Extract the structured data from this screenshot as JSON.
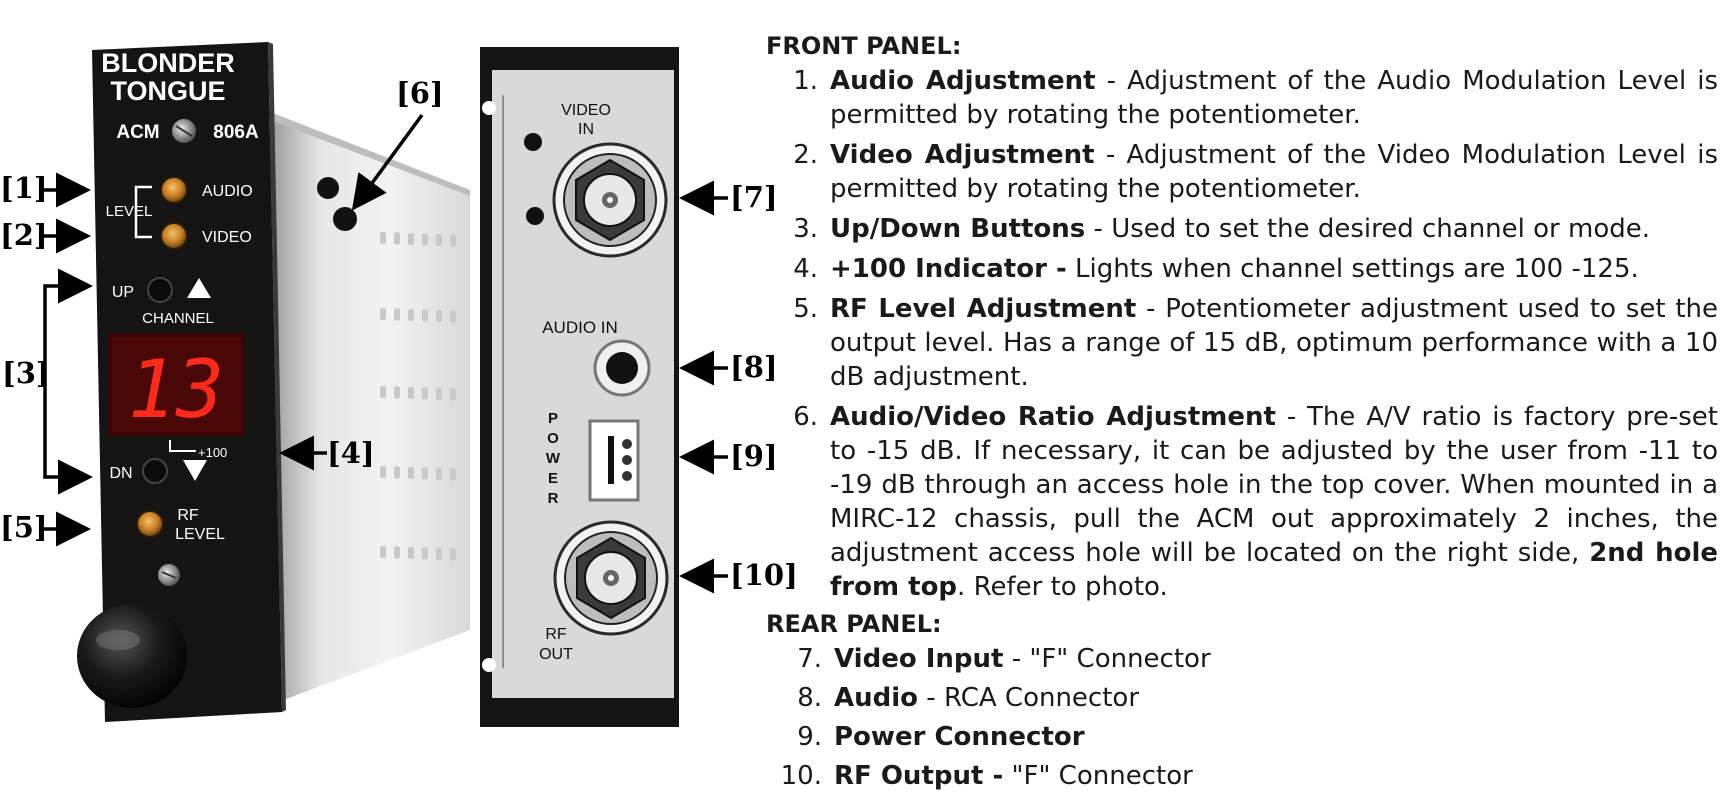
{
  "front_device": {
    "brand_line1": "BLONDER",
    "brand_line2": "TONGUE",
    "model_prefix": "ACM",
    "model_number": "806A",
    "level_label": "LEVEL",
    "audio_label": "AUDIO",
    "video_label": "VIDEO",
    "up_label": "UP",
    "channel_label": "CHANNEL",
    "display_value": "13",
    "plus100_label": "+100",
    "dn_label": "DN",
    "rf_label": "RF",
    "level2_label": "LEVEL"
  },
  "rear_device": {
    "video_label_1": "VIDEO",
    "video_label_2": "IN",
    "audio_in_label": "AUDIO IN",
    "power_letters": [
      "P",
      "O",
      "W",
      "E",
      "R"
    ],
    "rf_label": "RF",
    "out_label": "OUT"
  },
  "callouts": [
    "[1]",
    "[2]",
    "[3]",
    "[4]",
    "[5]",
    "[6]",
    "[7]",
    "[8]",
    "[9]",
    "[10]"
  ],
  "text": {
    "front_heading": "FRONT PANEL:",
    "front_items": [
      {
        "num": "1.",
        "term": "Audio Adjustment",
        "desc": " - Adjustment of the Audio Modulation Level is permitted by rotating the potentiometer."
      },
      {
        "num": "2.",
        "term": "Video Adjustment",
        "desc": " - Adjustment of the Video Modulation Level is permitted by rotating the potentiometer."
      },
      {
        "num": "3.",
        "term": "Up/Down Buttons",
        "desc": " - Used to set the desired channel or mode."
      },
      {
        "num": "4.",
        "term": "+100 Indicator -",
        "desc": " Lights when channel settings are 100 -125."
      },
      {
        "num": "5.",
        "term": "RF Level Adjustment",
        "desc": " - Potentiometer adjustment used to set the output level. Has a range of 15 dB, optimum performance with a 10 dB adjustment."
      },
      {
        "num": "6.",
        "term": "Audio/Video Ratio Adjustment",
        "desc": " - The A/V ratio is factory pre-set to -15 dB.  If necessary, it can be adjusted by the user from -11 to -19 dB through an access hole in the top cover.  When mounted in a MIRC-12 chassis, pull the ACM out approximately 2 inches, the adjustment access hole will be located on the right side, ",
        "term2": "2nd hole from top",
        "desc2": ". Refer to photo."
      }
    ],
    "rear_heading": "REAR PANEL:",
    "rear_items": [
      {
        "num": "7.",
        "term": "Video Input",
        "desc": " - \"F\" Connector"
      },
      {
        "num": "8.",
        "term": "Audio",
        "desc": " - RCA Connector"
      },
      {
        "num": "9.",
        "term": "Power Connector",
        "desc": ""
      },
      {
        "num": "10.",
        "term": "RF Output -",
        "desc": " \"F\" Connector"
      }
    ]
  },
  "colors": {
    "panel_black": "#141414",
    "rear_plate": "#d9d9d9",
    "led_red": "#ff2a1a",
    "knob_amber": "#d08a2a"
  }
}
